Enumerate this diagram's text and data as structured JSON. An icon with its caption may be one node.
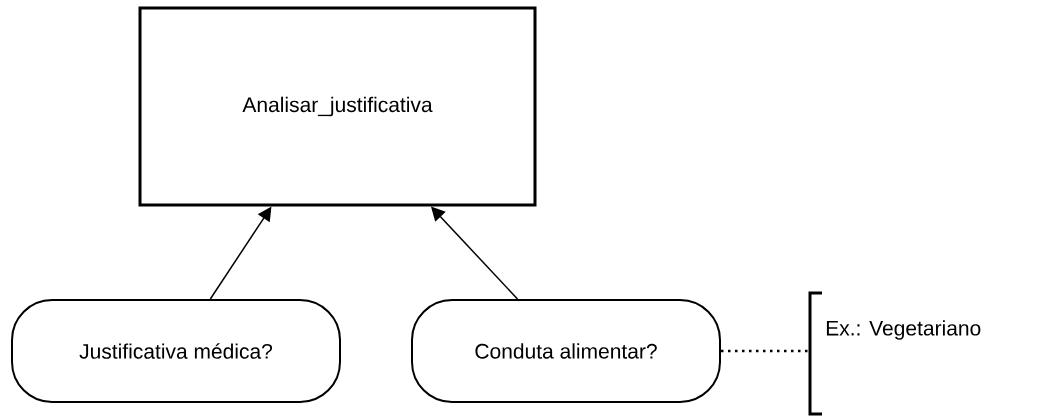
{
  "diagram": {
    "nodes": [
      {
        "text": [
          "Analisar_justificativa"
        ]
      },
      {
        "text": [
          "Justificativa médica?"
        ]
      },
      {
        "text": [
          "Conduta alimentar?"
        ]
      },
      {
        "text": [
          "Ex.: Vegetariano"
        ]
      }
    ],
    "edges": [
      {
        "from": 1,
        "to": 0,
        "arrow": "to"
      },
      {
        "from": 2,
        "to": 0,
        "arrow": "to"
      },
      {
        "from": 2,
        "to": 3,
        "arrow": "none",
        "style": "dashed"
      }
    ]
  }
}
